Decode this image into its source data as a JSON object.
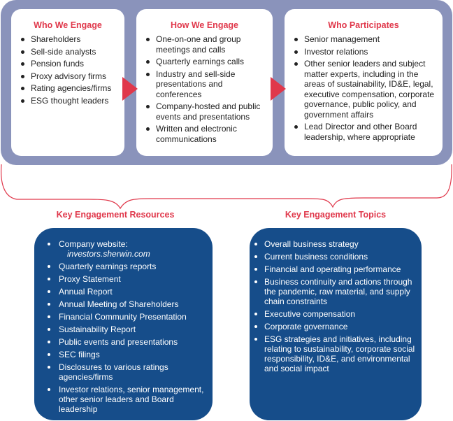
{
  "colors": {
    "panel": "#8a93bb",
    "accent_red": "#e0384b",
    "box_blue": "#164d8a"
  },
  "top": {
    "cards": [
      {
        "title": "Who We Engage",
        "items": [
          "Shareholders",
          "Sell-side analysts",
          "Pension funds",
          "Proxy advisory firms",
          "Rating agencies/firms",
          "ESG thought leaders"
        ]
      },
      {
        "title": "How We Engage",
        "items": [
          "One-on-one and group meetings and calls",
          "Quarterly earnings calls",
          "Industry and sell-side presentations and conferences",
          "Company-hosted and public events and presentations",
          "Written and electronic communications"
        ]
      },
      {
        "title": "Who Participates",
        "items": [
          "Senior management",
          "Investor relations",
          "Other senior leaders and subject matter experts, including in the areas of sustainability, ID&E, legal, executive compensation, corporate governance, public policy, and government affairs",
          "Lead Director and other Board leadership, where appropriate"
        ]
      }
    ],
    "arrow_icon": "triangle-right-icon"
  },
  "resources": {
    "title": "Key Engagement Resources",
    "website_label": "Company website:",
    "website_url": "investors.sherwin.com",
    "items": [
      "Quarterly earnings reports",
      "Proxy Statement",
      "Annual Report",
      "Annual Meeting of Shareholders",
      "Financial Community Presentation",
      "Sustainability Report",
      "Public events and presentations",
      "SEC filings",
      "Disclosures to various ratings agencies/firms",
      "Investor relations, senior management, other senior leaders and Board leadership"
    ]
  },
  "topics": {
    "title": "Key Engagement Topics",
    "items": [
      "Overall business strategy",
      "Current business conditions",
      "Financial and operating performance",
      "Business continuity and actions through the pandemic, raw material, and supply chain constraints",
      "Executive compensation",
      "Corporate governance",
      "ESG strategies and initiatives, including relating to sustainability, corporate social responsibility, ID&E, and environmental and social impact"
    ]
  }
}
